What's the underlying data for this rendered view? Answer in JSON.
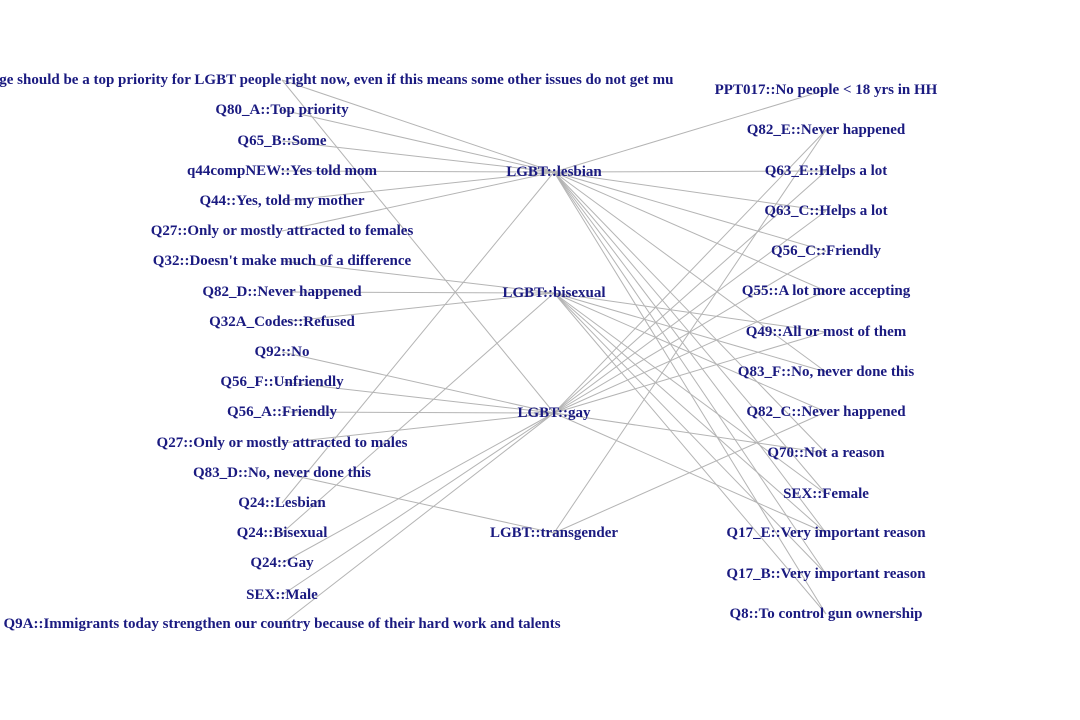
{
  "colors": {
    "label": "#1a1a80",
    "edge": "#b4b4b4",
    "background": "#ffffff"
  },
  "nodes": [
    {
      "id": "lesbian",
      "label": "LGBT::lesbian"
    },
    {
      "id": "bisexual",
      "label": "LGBT::bisexual"
    },
    {
      "id": "gay",
      "label": "LGBT::gay"
    },
    {
      "id": "transgender",
      "label": "LGBT::transgender"
    },
    {
      "id": "l_q_marriage",
      "label": "Same-sex marriage should be a top priority for LGBT people right now, even if this means some other issues do not get mu"
    },
    {
      "id": "l_q80a",
      "label": "Q80_A::Top priority"
    },
    {
      "id": "l_q65b",
      "label": "Q65_B::Some"
    },
    {
      "id": "l_q44comp",
      "label": "q44compNEW::Yes told mom"
    },
    {
      "id": "l_q44",
      "label": "Q44::Yes, told my mother"
    },
    {
      "id": "l_q27f",
      "label": "Q27::Only or mostly attracted to females"
    },
    {
      "id": "l_q32",
      "label": "Q32::Doesn't make much of a difference"
    },
    {
      "id": "l_q82d",
      "label": "Q82_D::Never happened"
    },
    {
      "id": "l_q32a",
      "label": "Q32A_Codes::Refused"
    },
    {
      "id": "l_q92",
      "label": "Q92::No"
    },
    {
      "id": "l_q56f",
      "label": "Q56_F::Unfriendly"
    },
    {
      "id": "l_q56a",
      "label": "Q56_A::Friendly"
    },
    {
      "id": "l_q27m",
      "label": "Q27::Only or mostly attracted to males"
    },
    {
      "id": "l_q83d",
      "label": "Q83_D::No, never done this"
    },
    {
      "id": "l_q24l",
      "label": "Q24::Lesbian"
    },
    {
      "id": "l_q24b",
      "label": "Q24::Bisexual"
    },
    {
      "id": "l_q24g",
      "label": "Q24::Gay"
    },
    {
      "id": "l_sexm",
      "label": "SEX::Male"
    },
    {
      "id": "l_q9a",
      "label": "Q9A::Immigrants today strengthen our country because of their hard work and talents"
    },
    {
      "id": "r_ppt017",
      "label": "PPT017::No people < 18 yrs in HH"
    },
    {
      "id": "r_q82e",
      "label": "Q82_E::Never happened"
    },
    {
      "id": "r_q63e",
      "label": "Q63_E::Helps a lot"
    },
    {
      "id": "r_q63c",
      "label": "Q63_C::Helps a lot"
    },
    {
      "id": "r_q56c",
      "label": "Q56_C::Friendly"
    },
    {
      "id": "r_q55",
      "label": "Q55::A lot more accepting"
    },
    {
      "id": "r_q49",
      "label": "Q49::All or most of them"
    },
    {
      "id": "r_q83f",
      "label": "Q83_F::No, never done this"
    },
    {
      "id": "r_q82c",
      "label": "Q82_C::Never happened"
    },
    {
      "id": "r_q70",
      "label": "Q70::Not a reason"
    },
    {
      "id": "r_sexf",
      "label": "SEX::Female"
    },
    {
      "id": "r_q17e",
      "label": "Q17_E::Very important reason"
    },
    {
      "id": "r_q17b",
      "label": "Q17_B::Very important reason"
    },
    {
      "id": "r_q8",
      "label": "Q8::To control gun ownership"
    }
  ],
  "edges": [
    [
      "lesbian",
      "l_q_marriage"
    ],
    [
      "lesbian",
      "l_q80a"
    ],
    [
      "lesbian",
      "l_q65b"
    ],
    [
      "lesbian",
      "l_q44comp"
    ],
    [
      "lesbian",
      "l_q44"
    ],
    [
      "lesbian",
      "l_q27f"
    ],
    [
      "lesbian",
      "l_q24l"
    ],
    [
      "lesbian",
      "r_ppt017"
    ],
    [
      "lesbian",
      "r_q63e"
    ],
    [
      "lesbian",
      "r_q63c"
    ],
    [
      "lesbian",
      "r_q56c"
    ],
    [
      "lesbian",
      "r_q55"
    ],
    [
      "lesbian",
      "r_q83f"
    ],
    [
      "lesbian",
      "r_q70"
    ],
    [
      "lesbian",
      "r_sexf"
    ],
    [
      "lesbian",
      "r_q17e"
    ],
    [
      "lesbian",
      "r_q17b"
    ],
    [
      "lesbian",
      "r_q8"
    ],
    [
      "bisexual",
      "l_q32"
    ],
    [
      "bisexual",
      "l_q82d"
    ],
    [
      "bisexual",
      "l_q32a"
    ],
    [
      "bisexual",
      "l_q24b"
    ],
    [
      "bisexual",
      "r_q49"
    ],
    [
      "bisexual",
      "r_q83f"
    ],
    [
      "bisexual",
      "r_q82c"
    ],
    [
      "bisexual",
      "r_sexf"
    ],
    [
      "bisexual",
      "r_q17e"
    ],
    [
      "bisexual",
      "r_q17b"
    ],
    [
      "bisexual",
      "r_q8"
    ],
    [
      "gay",
      "l_q_marriage"
    ],
    [
      "gay",
      "l_q92"
    ],
    [
      "gay",
      "l_q56f"
    ],
    [
      "gay",
      "l_q56a"
    ],
    [
      "gay",
      "l_q27m"
    ],
    [
      "gay",
      "l_q24g"
    ],
    [
      "gay",
      "l_sexm"
    ],
    [
      "gay",
      "l_q9a"
    ],
    [
      "gay",
      "r_q82e"
    ],
    [
      "gay",
      "r_q63e"
    ],
    [
      "gay",
      "r_q63c"
    ],
    [
      "gay",
      "r_q56c"
    ],
    [
      "gay",
      "r_q55"
    ],
    [
      "gay",
      "r_q49"
    ],
    [
      "gay",
      "r_q70"
    ],
    [
      "gay",
      "r_q17e"
    ],
    [
      "transgender",
      "l_q83d"
    ],
    [
      "transgender",
      "r_q82e"
    ],
    [
      "transgender",
      "r_q82c"
    ]
  ]
}
